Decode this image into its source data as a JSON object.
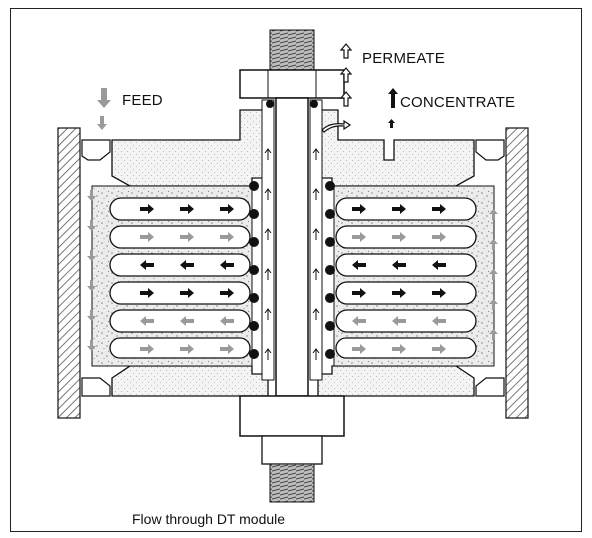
{
  "labels": {
    "feed": "FEED",
    "permeate": "PERMEATE",
    "concentrate": "CONCENTRATE"
  },
  "caption": "Flow through DT module",
  "colors": {
    "feed_arrow": "#9a9a9a",
    "concentrate_arrow": "#111111",
    "hatch": "#555555",
    "speckle": "#e6e6e6",
    "outline": "#111111"
  },
  "icons": [
    "feed-arrow-icon",
    "permeate-arrow-icon",
    "concentrate-arrow-icon"
  ]
}
